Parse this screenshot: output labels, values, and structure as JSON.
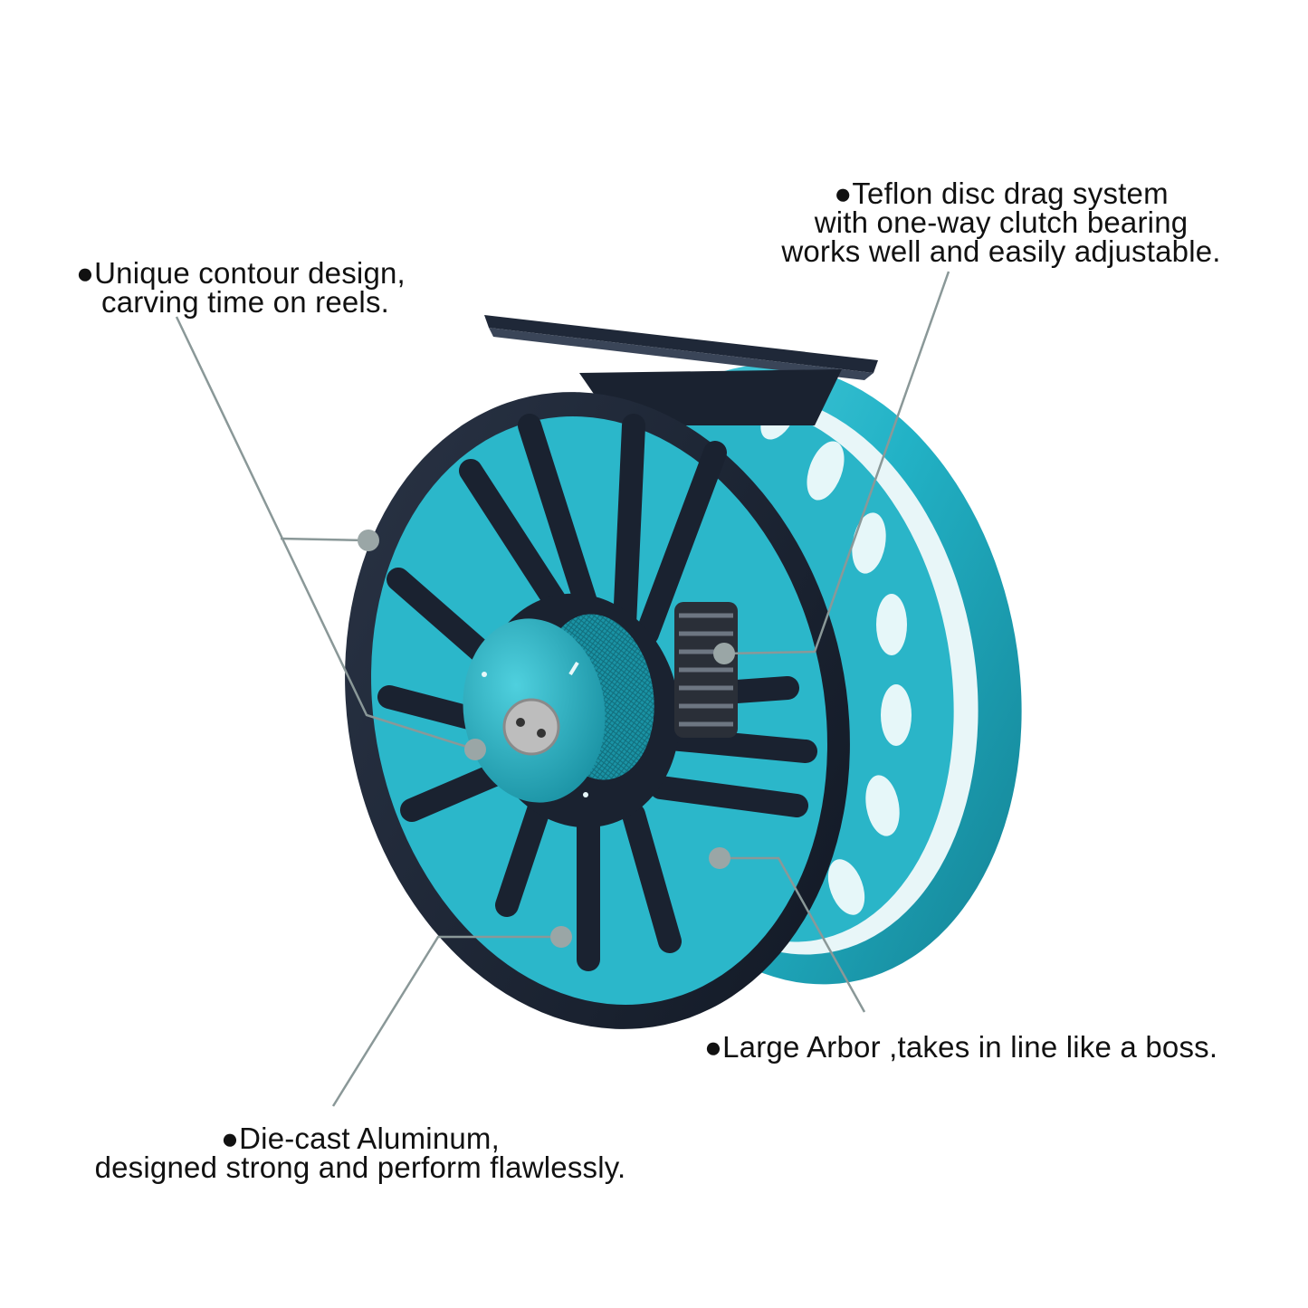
{
  "callouts": {
    "contour": {
      "line1": "●Unique contour design,",
      "line2": "carving time on reels."
    },
    "drag": {
      "line1": "●Teflon disc drag system",
      "line2": "with one-way clutch bearing",
      "line3": "works well and easily adjustable."
    },
    "arbor": {
      "line1": "●Large Arbor ,takes in line like a boss."
    },
    "aluminum": {
      "line1": "●Die-cast Aluminum,",
      "line2": "designed strong and perform flawlessly."
    }
  },
  "colors": {
    "background": "#ffffff",
    "reel_frame": "#1c2433",
    "reel_spool": "#29b9cc",
    "leader_line": "#8a9898",
    "leader_dot": "#9aa6a6",
    "text": "#111111"
  }
}
